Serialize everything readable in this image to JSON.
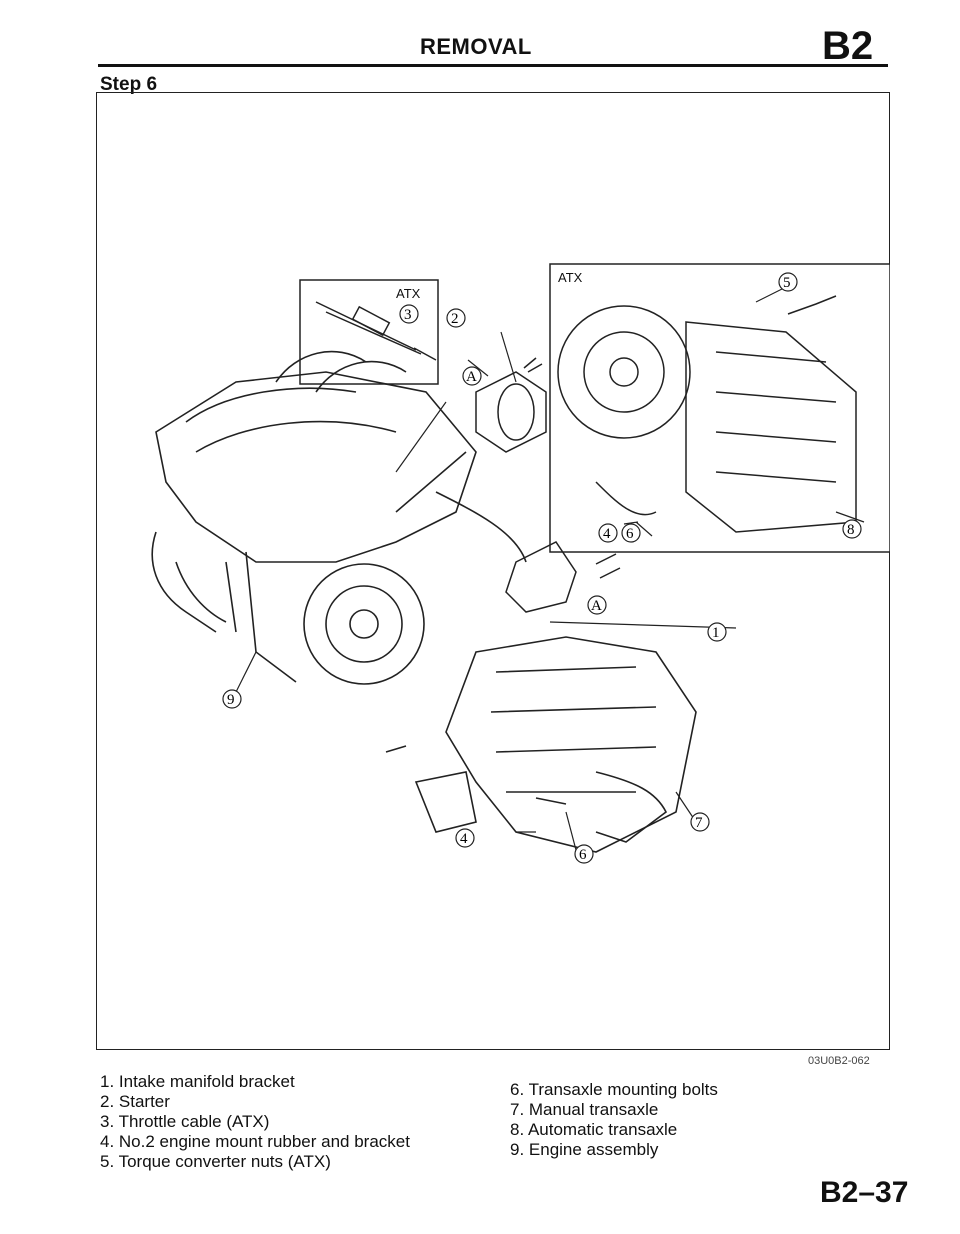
{
  "header": {
    "title": "REMOVAL",
    "section_code": "B2"
  },
  "step_label": "Step 6",
  "figure": {
    "inset_labels": [
      "ATX",
      "ATX"
    ],
    "callouts": [
      "1",
      "2",
      "3",
      "4",
      "4",
      "5",
      "6",
      "6",
      "7",
      "8",
      "9",
      "A",
      "A"
    ],
    "figure_code": "03U0B2-062"
  },
  "legend": {
    "left": [
      "1. Intake manifold bracket",
      "2. Starter",
      "3. Throttle cable (ATX)",
      "4. No.2 engine mount rubber and bracket",
      "5. Torque converter nuts (ATX)"
    ],
    "right": [
      "6. Transaxle mounting bolts",
      "7. Manual transaxle",
      "8. Automatic transaxle",
      "9. Engine assembly"
    ]
  },
  "page_number": "B2–37"
}
